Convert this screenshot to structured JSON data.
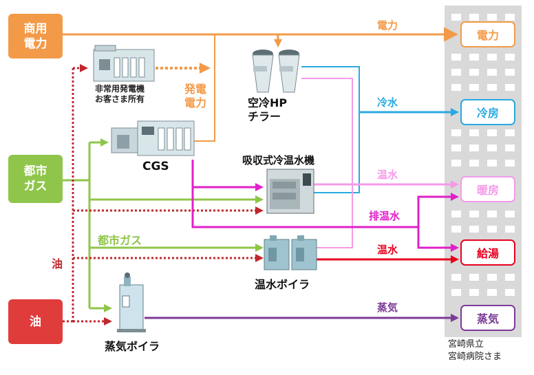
{
  "sources": {
    "grid": [
      "商用",
      "電力"
    ],
    "gas": [
      "都市",
      "ガス"
    ],
    "oil": "油"
  },
  "equipment": {
    "emergency_generator": [
      "非常用発電機",
      "お客さま所有"
    ],
    "cgs": "CGS",
    "chiller": [
      "空冷HP",
      "チラー"
    ],
    "absorption": "吸収式冷温水機",
    "hot_water_boiler": "温水ボイラ",
    "steam_boiler": "蒸気ボイラ"
  },
  "flow_labels": {
    "power": "電力",
    "generated_power": [
      "発電",
      "電力"
    ],
    "chilled_water": "冷水",
    "hot_water_upper": "温水",
    "exhaust_hot_water": "排温水",
    "hot_water_lower": "温水",
    "steam": "蒸気",
    "city_gas": "都市ガス",
    "oil": "油"
  },
  "outputs": {
    "power": "電力",
    "cooling": "冷房",
    "heating": "暖房",
    "hot_water_supply": "給湯",
    "steam": "蒸気"
  },
  "client": [
    "宮崎県立",
    "宮崎病院さま"
  ],
  "colors": {
    "power": "#f39a48",
    "gas": "#8fc54a",
    "oil": "#e03c3c",
    "oil_line": "#c0272d",
    "chilled": "#29a9e0",
    "warm": "#f59ae9",
    "exhaust": "#e020c8",
    "hot": "#e8001e",
    "steam": "#7b3a96"
  }
}
